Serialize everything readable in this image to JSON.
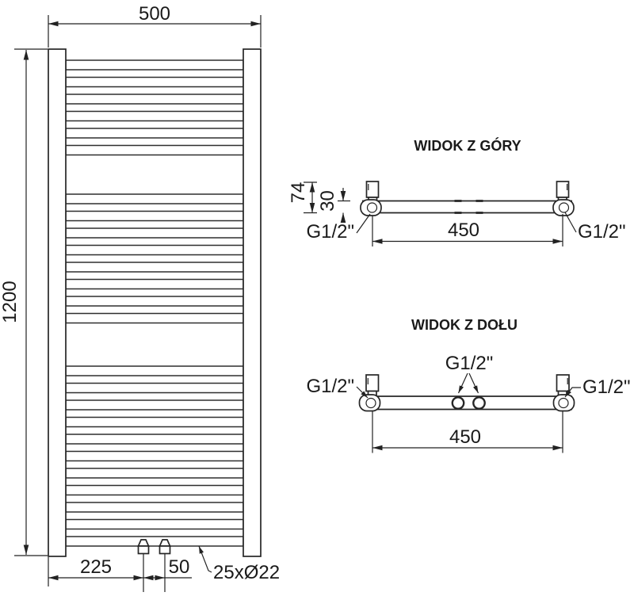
{
  "drawing": {
    "front_view": {
      "width": "500",
      "height": "1200",
      "valve_offset": "225",
      "valve_spacing": "50",
      "tube_spec": "25xØ22",
      "tube_groups": [
        6,
        8,
        11
      ]
    },
    "top_view": {
      "title": "WIDOK Z GÓRY",
      "depth": "74",
      "collector": "30",
      "span": "450",
      "left_conn": "G1/2\"",
      "right_conn": "G1/2\""
    },
    "bottom_view": {
      "title": "WIDOK Z DOŁU",
      "span": "450",
      "left_conn": "G1/2\"",
      "right_conn": "G1/2\"",
      "center_conn": "G1/2\""
    },
    "colors": {
      "line": "#262626",
      "background": "#ffffff"
    }
  }
}
